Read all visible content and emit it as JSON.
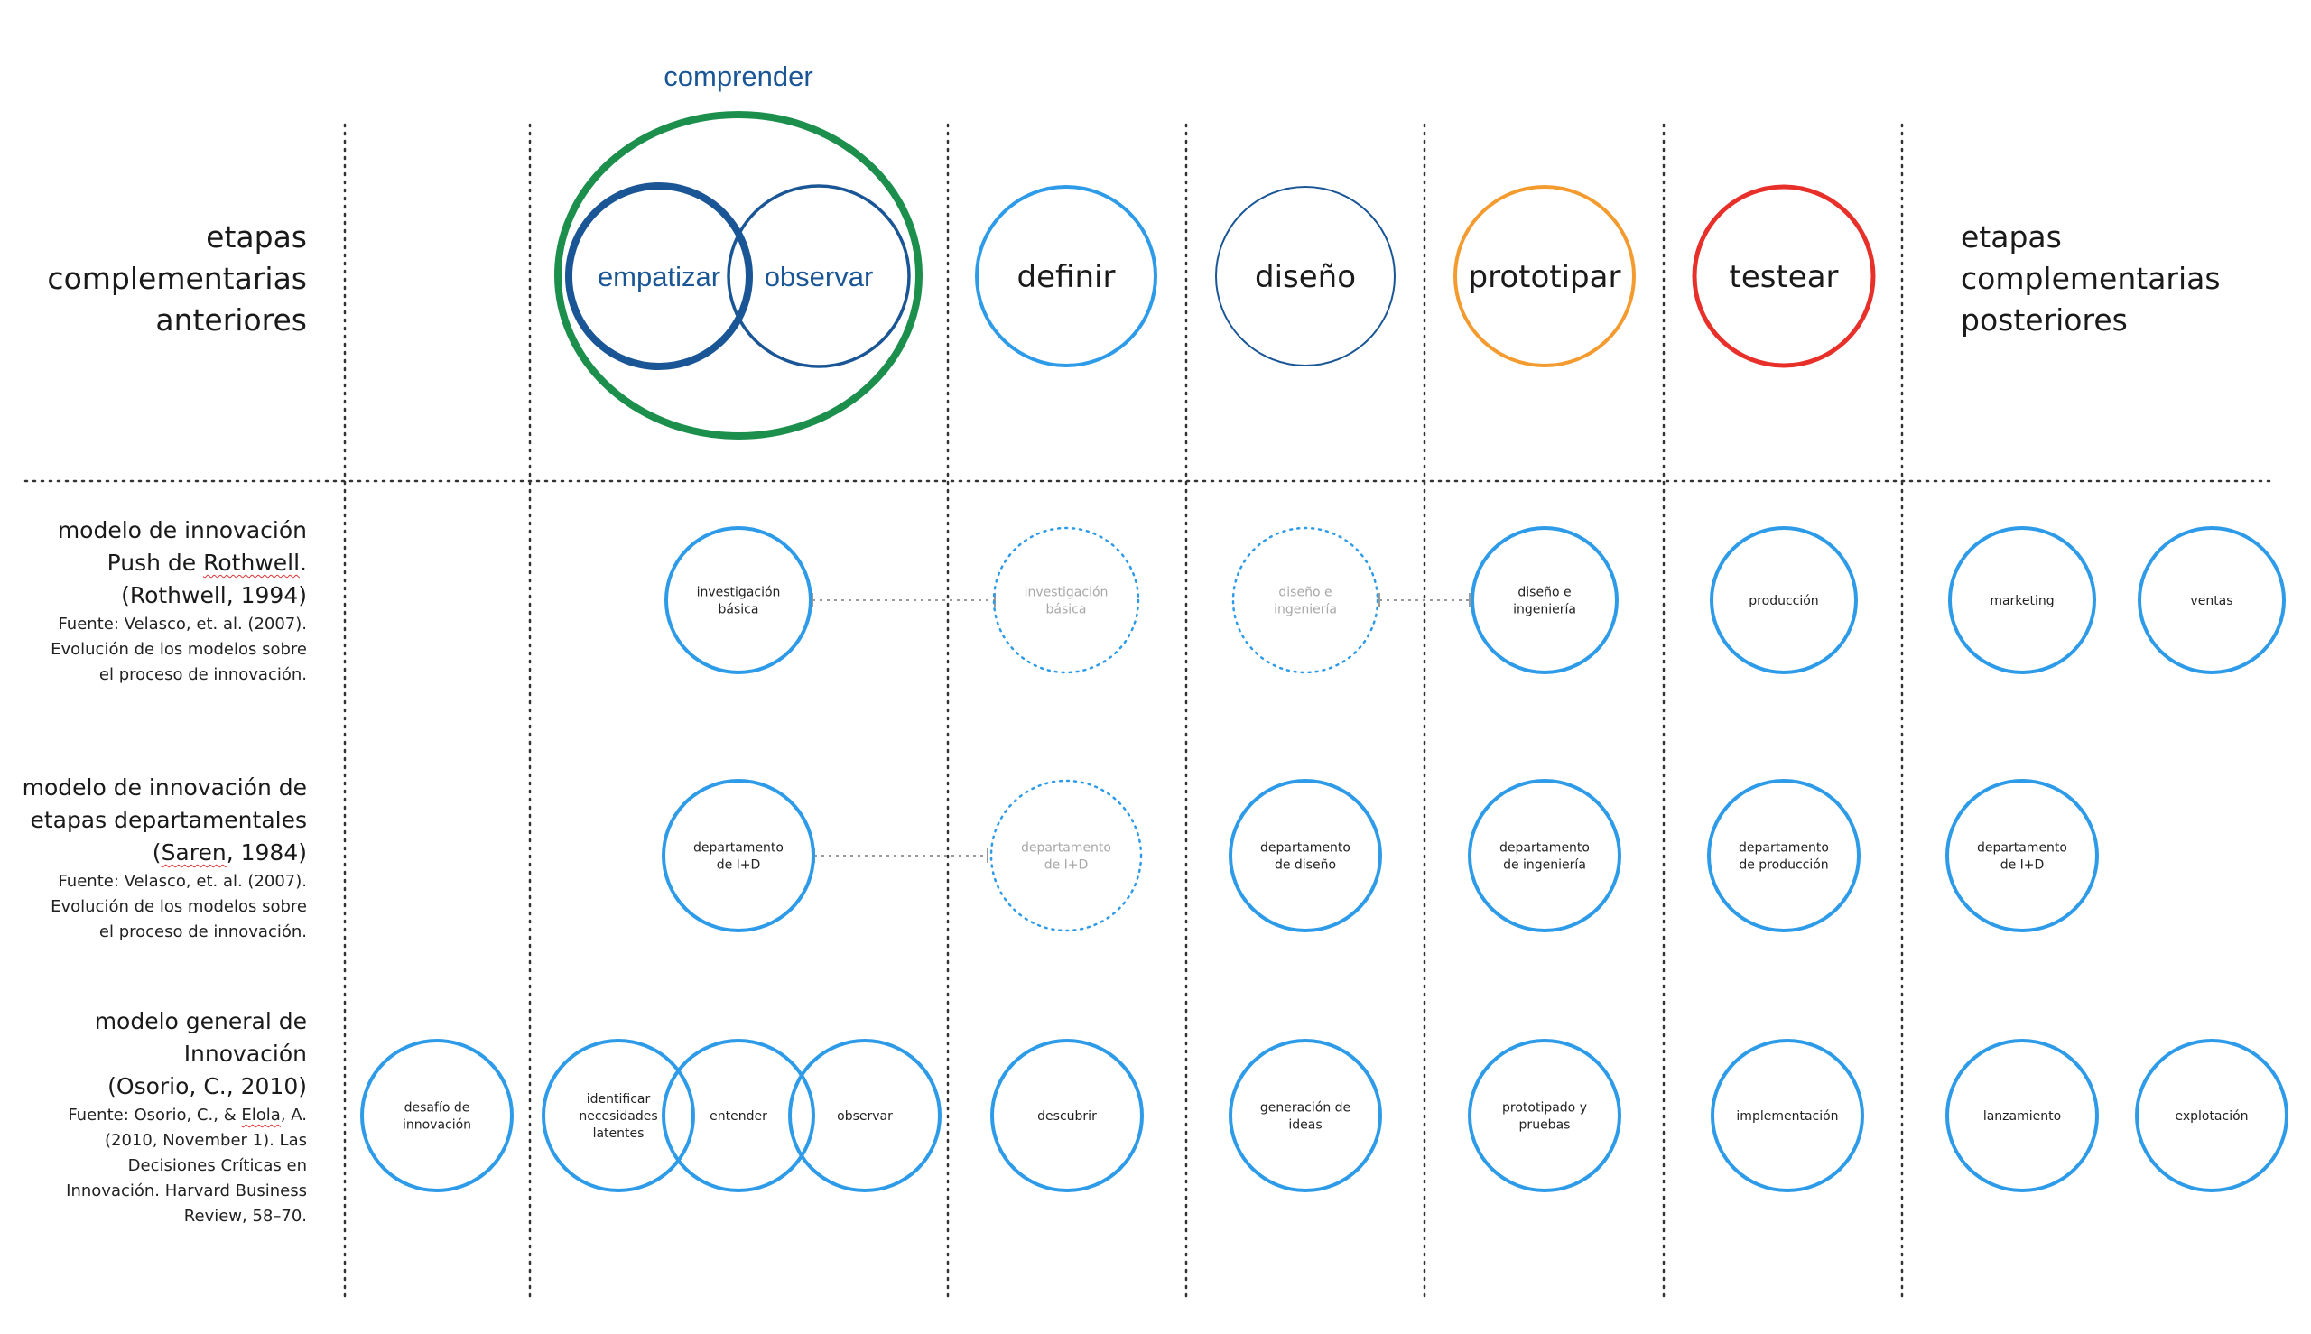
{
  "top": {
    "group_label": "comprender",
    "left_label": [
      "etapas",
      "complementarias",
      "anteriores"
    ],
    "right_label": [
      "etapas",
      "complementarias",
      "posteriores"
    ],
    "stages": [
      {
        "label": "empatizar",
        "color": "#1a5695"
      },
      {
        "label": "observar",
        "color": "#1a5695"
      },
      {
        "label": "definir",
        "color": "#2e9be8"
      },
      {
        "label": "diseño",
        "color": "#1a5695"
      },
      {
        "label": "prototipar",
        "color": "#f39b2f"
      },
      {
        "label": "testear",
        "color": "#e8302a"
      }
    ],
    "group_color": "#1c8f4d"
  },
  "rows": [
    {
      "title": [
        "modelo de innovación",
        "Push de Rothwell.",
        "(Rothwell, 1994)"
      ],
      "source": [
        "Fuente: Velasco, et. al. (2007).",
        "Evolución de los modelos sobre",
        "el proceso de innovación."
      ],
      "nodes": [
        {
          "lines": [
            "investigación",
            "básica"
          ],
          "style": "solid"
        },
        {
          "lines": [
            "investigación",
            "básica"
          ],
          "style": "dotted"
        },
        {
          "lines": [
            "diseño e",
            "ingeniería"
          ],
          "style": "dotted"
        },
        {
          "lines": [
            "diseño e",
            "ingeniería"
          ],
          "style": "solid"
        },
        {
          "lines": [
            "producción"
          ],
          "style": "solid"
        },
        {
          "lines": [
            "marketing"
          ],
          "style": "solid"
        },
        {
          "lines": [
            "ventas"
          ],
          "style": "solid"
        }
      ]
    },
    {
      "title": [
        "modelo de innovación de",
        "etapas departamentales",
        "(Saren, 1984)"
      ],
      "source": [
        "Fuente: Velasco, et. al. (2007).",
        "Evolución de los modelos sobre",
        "el proceso de innovación."
      ],
      "nodes": [
        {
          "lines": [
            "departamento",
            "de I+D"
          ],
          "style": "solid"
        },
        {
          "lines": [
            "departamento",
            "de I+D"
          ],
          "style": "dotted"
        },
        {
          "lines": [
            "departamento",
            "de diseño"
          ],
          "style": "solid"
        },
        {
          "lines": [
            "departamento",
            "de ingeniería"
          ],
          "style": "solid"
        },
        {
          "lines": [
            "departamento",
            "de producción"
          ],
          "style": "solid"
        },
        {
          "lines": [
            "departamento",
            "de I+D"
          ],
          "style": "solid"
        }
      ]
    },
    {
      "title": [
        "modelo general de",
        "Innovación",
        "(Osorio, C., 2010)"
      ],
      "source": [
        "Fuente: Osorio, C., & Elola, A.",
        "(2010, November 1). Las",
        "Decisiones Críticas en",
        "Innovación. Harvard Business",
        "Review, 58–70."
      ],
      "nodes": [
        {
          "lines": [
            "desafío de",
            "innovación"
          ],
          "style": "solid"
        },
        {
          "lines": [
            "identificar",
            "necesidades",
            "latentes"
          ],
          "style": "solid"
        },
        {
          "lines": [
            "entender"
          ],
          "style": "solid"
        },
        {
          "lines": [
            "observar"
          ],
          "style": "solid"
        },
        {
          "lines": [
            "descubrir"
          ],
          "style": "solid"
        },
        {
          "lines": [
            "generación de",
            "ideas"
          ],
          "style": "solid"
        },
        {
          "lines": [
            "prototipado y",
            "pruebas"
          ],
          "style": "solid"
        },
        {
          "lines": [
            "implementación"
          ],
          "style": "solid"
        },
        {
          "lines": [
            "lanzamiento"
          ],
          "style": "solid"
        },
        {
          "lines": [
            "explotación"
          ],
          "style": "solid"
        }
      ]
    }
  ]
}
